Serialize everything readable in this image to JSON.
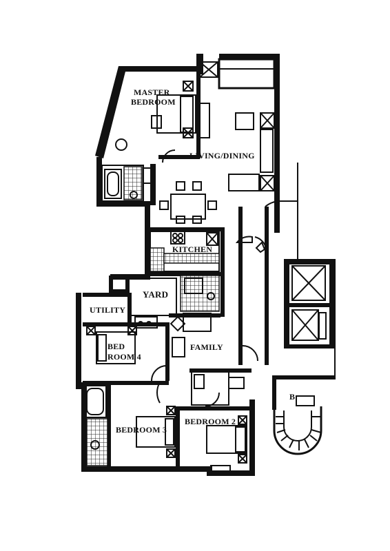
{
  "rooms": {
    "master_bedroom": [
      "MASTER",
      "BEDROOM"
    ],
    "living_dining": "LIVING/DINING",
    "kitchen": "KITCHEN",
    "yard": "YARD",
    "utility": "UTILITY",
    "bedroom4": [
      "BED",
      "ROOM 4"
    ],
    "family": "FAMILY",
    "bedroom3": "BEDROOM 3",
    "bedroom2": "BEDROOM 2",
    "cut_off": "B"
  }
}
